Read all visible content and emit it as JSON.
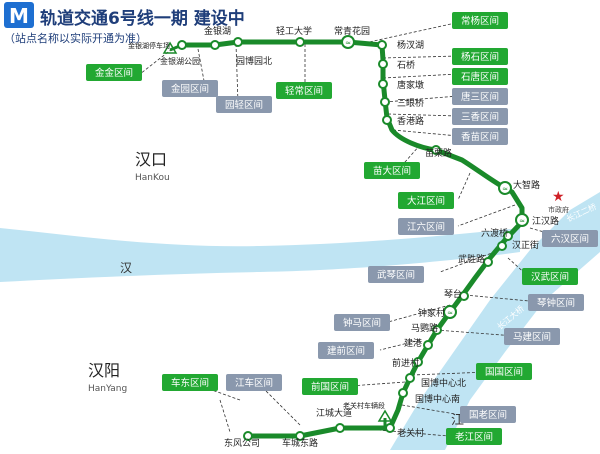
{
  "header": {
    "logo_char": "M",
    "title": "轨道交通6号线一期 建设中",
    "subtitle": "（站点名称以实际开通为准）"
  },
  "colors": {
    "line": "#1a8a2a",
    "river": "#bfe4f3",
    "green_label": "#22a832",
    "gray_label": "#8a98ad",
    "compass": "#cf2027"
  },
  "districts": {
    "hankou_cn": "汉口",
    "hankou_en": "HanKou",
    "hanyang_cn": "汉阳",
    "hanyang_en": "HanYang",
    "han_river": "汉",
    "yangtze_big": "江"
  },
  "bridges": {
    "changjiang_bridge": "长江二桥",
    "changjiang_big_bridge": "长江大桥"
  },
  "city_gov": "市政府",
  "stations": {
    "jinyin_depot": "金银湖停车场",
    "jinyinhu_park": "金银湖公园",
    "jinyinhu": "金银湖",
    "yuanbo_north": "园博园北",
    "qinggong_univ": "轻工大学",
    "changqing_garden": "常青花园",
    "yangcha_lake": "杨汊湖",
    "shiqiao": "石桥",
    "tangjiadun": "唐家墩",
    "sanyanqiao": "三眼桥",
    "xianggang_rd": "香港路",
    "miaoli_rd": "苗栗路",
    "dazhi_rd": "大智路",
    "jianghan_rd": "江汉路",
    "liudu_bridge": "六渡桥",
    "hanzheng_st": "汉正街",
    "wusheng_rd": "武胜路",
    "qintai": "琴台",
    "zhongjia_village": "钟家村",
    "maying_rd": "马鹦路",
    "jiangang": "建港",
    "qianjin_village": "前进村",
    "gbcenter_north": "国博中心北",
    "gbcenter_south": "国博中心南",
    "laoguan_depot": "老关村车辆段",
    "laoguan_village": "老关村",
    "jiangcheng_ave": "江城大道",
    "checheng_east": "车城东路",
    "dongfeng_company": "东风公司"
  },
  "sections": {
    "jinjin": "金金区间",
    "jinyuan": "金园区间",
    "yuanqing": "园轻区间",
    "qingchang": "轻常区间",
    "changyang": "常杨区间",
    "yangshi": "杨石区间",
    "shitang": "石唐区间",
    "tangsan": "唐三区间",
    "sanxiang": "三香区间",
    "xiangmiao": "香苗区间",
    "miaoda": "苗大区间",
    "dajiang": "大江区间",
    "jiangliu": "江六区间",
    "liuhan": "六汉区间",
    "wuqin": "武琴区间",
    "hanwu": "汉武区间",
    "qinzhong": "琴钟区间",
    "zhongma": "钟马区间",
    "majian": "马建区间",
    "jianqian": "建前区间",
    "qianguo": "前国区间",
    "guoguo": "国国区间",
    "guolao": "国老区间",
    "chedong": "车东区间",
    "jiangche": "江车区间",
    "laojiang": "老江区间"
  }
}
